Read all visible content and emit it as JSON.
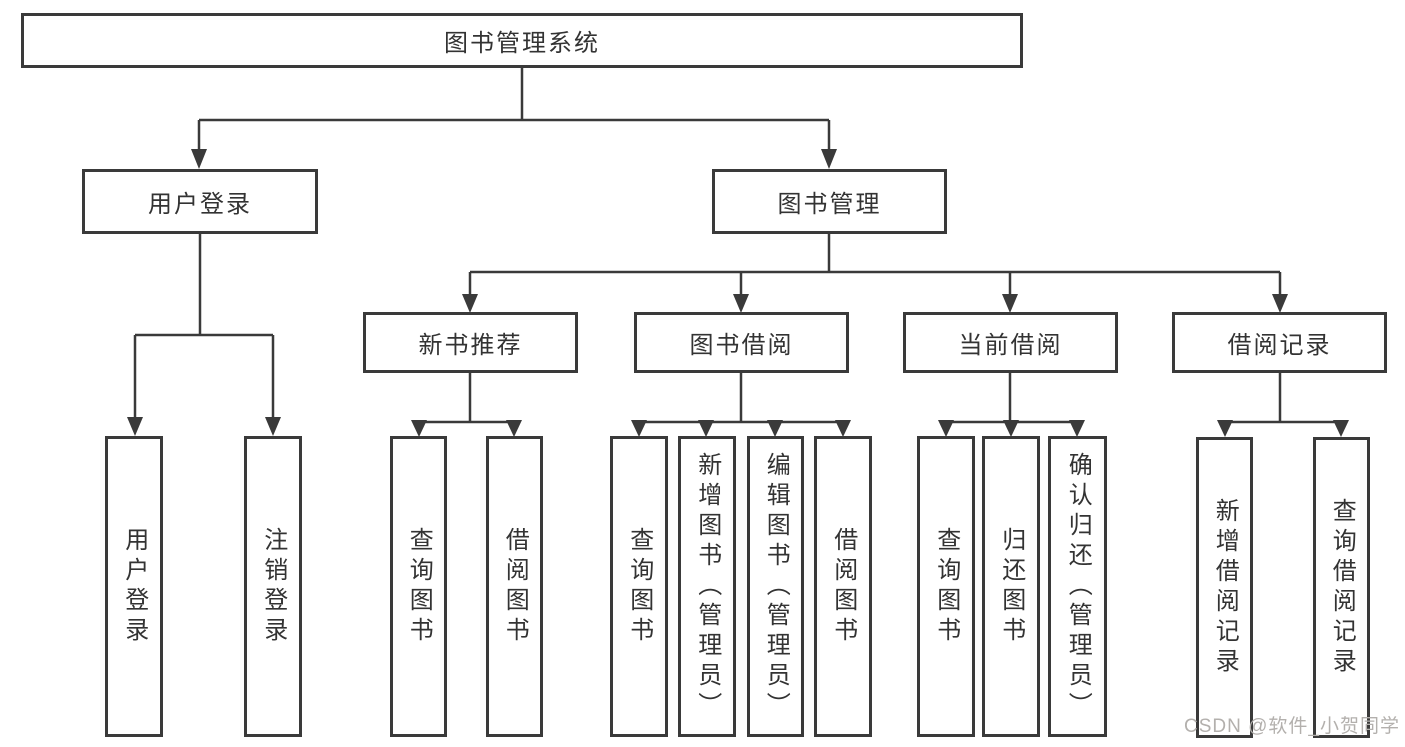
{
  "diagram": {
    "type": "hierarchy-tree",
    "nodes": {
      "root": {
        "label": "图书管理系统"
      },
      "level2": [
        {
          "label": "用户登录",
          "parent": "图书管理系统"
        },
        {
          "label": "图书管理",
          "parent": "图书管理系统"
        }
      ],
      "level3": [
        {
          "label": "新书推荐",
          "parent": "图书管理"
        },
        {
          "label": "图书借阅",
          "parent": "图书管理"
        },
        {
          "label": "当前借阅",
          "parent": "图书管理"
        },
        {
          "label": "借阅记录",
          "parent": "图书管理"
        }
      ],
      "leaves": [
        {
          "label": "用户登录",
          "parent": "用户登录"
        },
        {
          "label": "注销登录",
          "parent": "用户登录"
        },
        {
          "label": "查询图书",
          "parent": "新书推荐"
        },
        {
          "label": "借阅图书",
          "parent": "新书推荐"
        },
        {
          "label": "查询图书",
          "parent": "图书借阅"
        },
        {
          "label": "新增图书（管理员）",
          "parent": "图书借阅"
        },
        {
          "label": "编辑图书（管理员）",
          "parent": "图书借阅"
        },
        {
          "label": "借阅图书",
          "parent": "图书借阅"
        },
        {
          "label": "查询图书",
          "parent": "当前借阅"
        },
        {
          "label": "归还图书",
          "parent": "当前借阅"
        },
        {
          "label": "确认归还（管理员）",
          "parent": "当前借阅"
        },
        {
          "label": "新增借阅记录",
          "parent": "借阅记录"
        },
        {
          "label": "查询借阅记录",
          "parent": "借阅记录"
        }
      ]
    }
  },
  "watermark": {
    "text": "CSDN @软件_小贺同学"
  },
  "colors": {
    "line": "#3a3a3a",
    "node_border": "#3a3a3a",
    "node_text": "#333333",
    "node_background": "#ffffff",
    "watermark_text": "#b3b0ad",
    "canvas_background": "#ffffff"
  }
}
